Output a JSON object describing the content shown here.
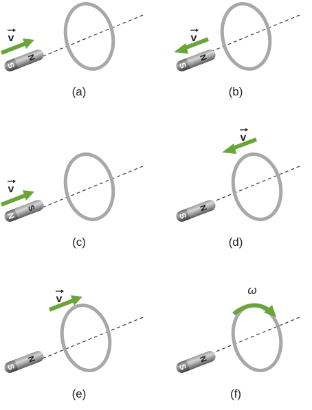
{
  "panels": [
    {
      "caption": "(a)",
      "velocity_label": "v",
      "magnet_left": "S",
      "magnet_right": "N"
    },
    {
      "caption": "(b)",
      "velocity_label": "v",
      "magnet_left": "S",
      "magnet_right": "N"
    },
    {
      "caption": "(c)",
      "velocity_label": "v",
      "magnet_left": "N",
      "magnet_right": "S"
    },
    {
      "caption": "(d)",
      "velocity_label": "v",
      "magnet_left": "S",
      "magnet_right": "N"
    },
    {
      "caption": "(e)",
      "velocity_label": "v",
      "magnet_left": "S",
      "magnet_right": "N"
    },
    {
      "caption": "(f)",
      "angular_label": "ω",
      "magnet_left": "S",
      "magnet_right": "N"
    }
  ],
  "colors": {
    "arrow": "#6aa53a",
    "ring": "#a8a8a8",
    "axis": "#333333",
    "magnet": "#6e6e6e"
  },
  "icons": {
    "magnet": "bar-magnet-icon",
    "ring": "wire-loop",
    "velocity": "arrow-right"
  }
}
